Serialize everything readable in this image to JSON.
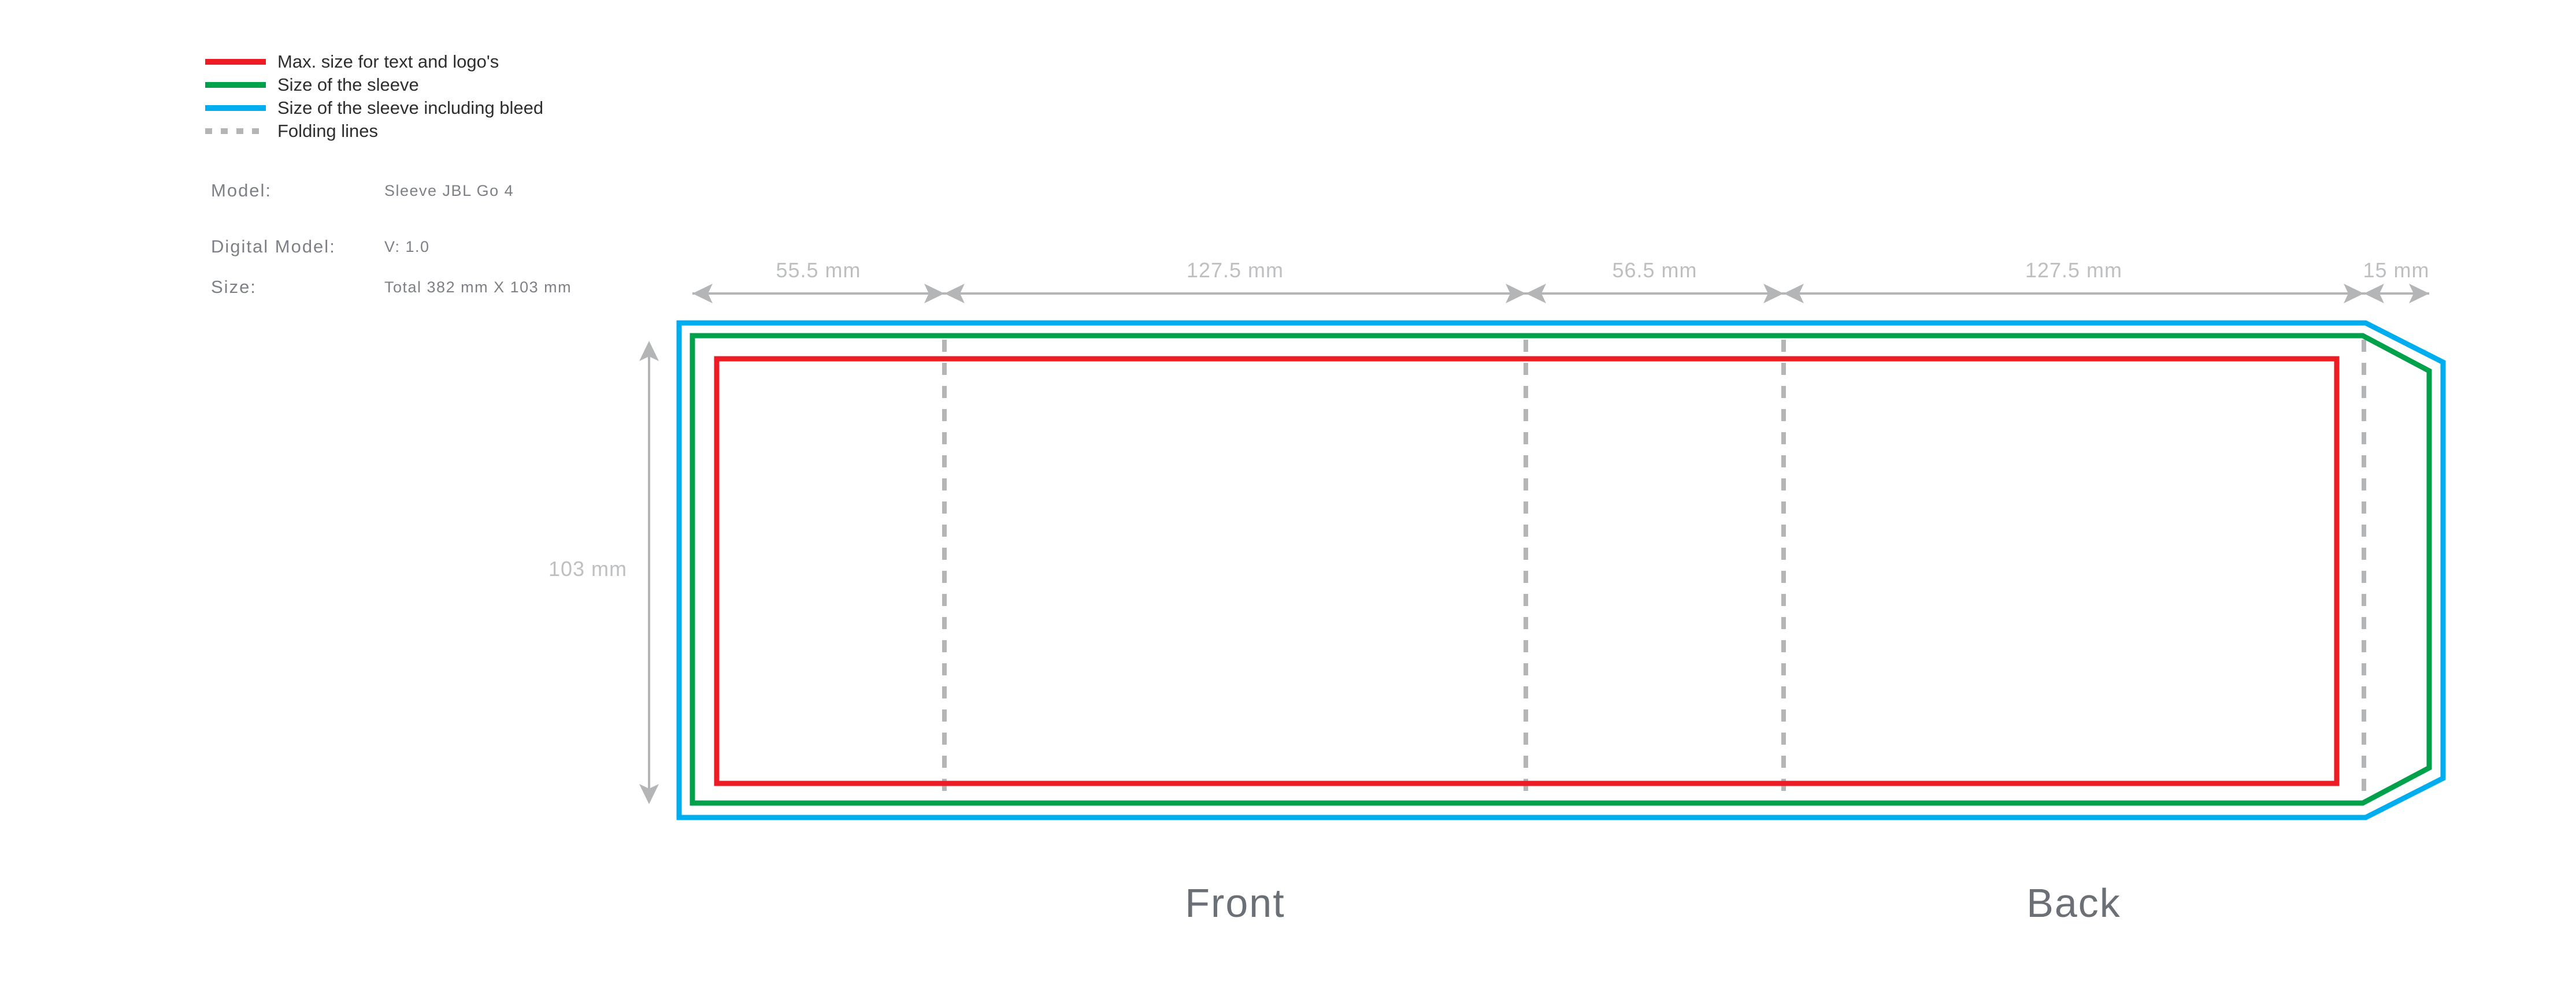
{
  "colors": {
    "red": "#ED1C24",
    "green": "#00A14B",
    "blue": "#00AEEF",
    "gray": "#B3B5B7",
    "dim_text": "#BDBFC1",
    "info_text": "#7D8187",
    "panel_text": "#6B6F76",
    "legend_text": "#2E2E2E"
  },
  "legend": {
    "items": [
      {
        "label": "Max. size for text and logo's",
        "style": "solid",
        "color_key": "red"
      },
      {
        "label": "Size of the sleeve",
        "style": "solid",
        "color_key": "green"
      },
      {
        "label": "Size of the sleeve including bleed",
        "style": "solid",
        "color_key": "blue"
      },
      {
        "label": "Folding lines",
        "style": "dashed",
        "color_key": "gray"
      }
    ]
  },
  "info": {
    "rows": [
      {
        "label": "Model:",
        "value": "Sleeve JBL Go 4"
      },
      {
        "label": "Digital Model:",
        "value": "V: 1.0"
      },
      {
        "label": "Size:",
        "value": "Total 382 mm X 103 mm"
      }
    ]
  },
  "diagram": {
    "top_dimensions": [
      {
        "label": "55.5 mm",
        "mm": 55.5
      },
      {
        "label": "127.5 mm",
        "mm": 127.5
      },
      {
        "label": "56.5 mm",
        "mm": 56.5
      },
      {
        "label": "127.5 mm",
        "mm": 127.5
      },
      {
        "label": "15 mm",
        "mm": 15
      }
    ],
    "side_dimension": {
      "label": "103 mm",
      "mm": 103
    },
    "panel_labels": [
      {
        "label": "Front"
      },
      {
        "label": "Back"
      }
    ]
  }
}
